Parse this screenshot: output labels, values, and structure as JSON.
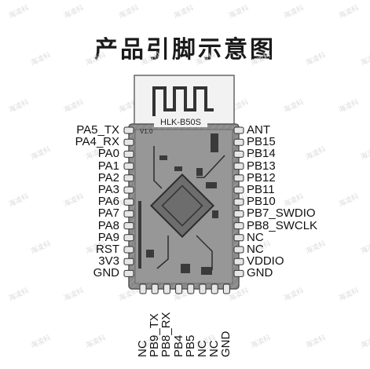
{
  "title": "产品引脚示意图",
  "module": {
    "name": "HLK-B50S",
    "version": "V1.0"
  },
  "watermark": "海凌科",
  "left_pins": [
    "PA5_TX",
    "PA4_RX",
    "PA0",
    "PA1",
    "PA2",
    "PA3",
    "PA6",
    "PA7",
    "PA8",
    "PA9",
    "RST",
    "3V3",
    "GND"
  ],
  "right_pins": [
    "ANT",
    "PB15",
    "PB14",
    "PB13",
    "PB12",
    "PB11",
    "PB10",
    "PB7_SWDIO",
    "PB8_SWCLK",
    "NC",
    "NC",
    "VDDIO",
    "GND"
  ],
  "bottom_pins": [
    "NC",
    "PB9_TX",
    "PB8_RX",
    "PB4",
    "PB5",
    "NC",
    "NC",
    "GND"
  ]
}
